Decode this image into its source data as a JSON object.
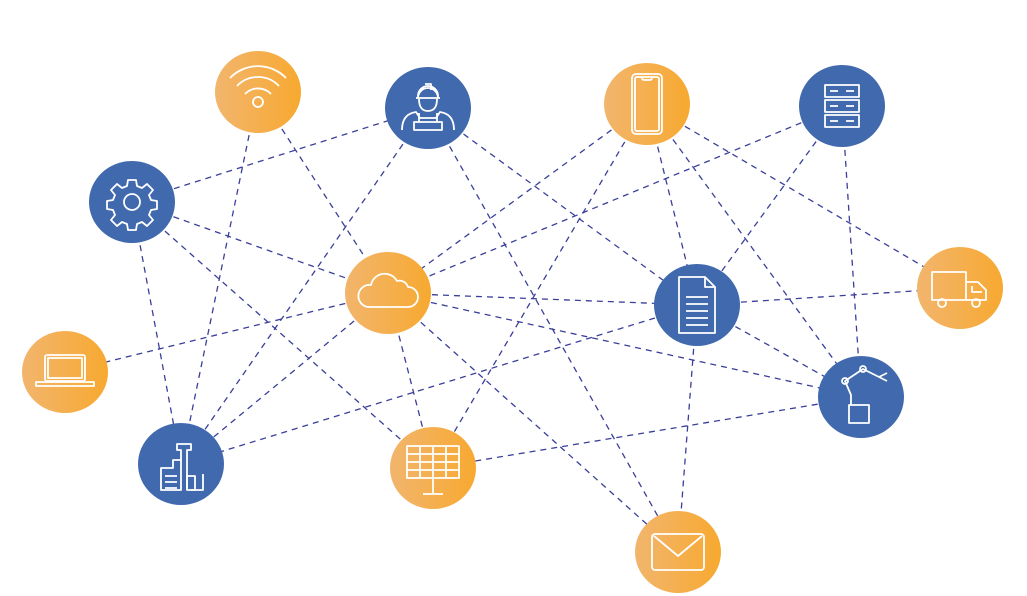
{
  "colors": {
    "blue": "#4169ae",
    "orange_start": "#f2b56d",
    "orange_end": "#f7a930",
    "edge": "#3a3f9a",
    "icon_stroke": "#ffffff"
  },
  "nodes": [
    {
      "id": "wifi",
      "icon": "wifi-icon",
      "color": "orange"
    },
    {
      "id": "worker",
      "icon": "worker-icon",
      "color": "blue"
    },
    {
      "id": "phone",
      "icon": "smartphone-icon",
      "color": "orange"
    },
    {
      "id": "server",
      "icon": "server-icon",
      "color": "blue"
    },
    {
      "id": "gear",
      "icon": "gear-icon",
      "color": "blue"
    },
    {
      "id": "cloud",
      "icon": "cloud-icon",
      "color": "orange"
    },
    {
      "id": "document",
      "icon": "document-icon",
      "color": "blue"
    },
    {
      "id": "truck",
      "icon": "truck-icon",
      "color": "orange"
    },
    {
      "id": "laptop",
      "icon": "laptop-icon",
      "color": "orange"
    },
    {
      "id": "robot",
      "icon": "robot-arm-icon",
      "color": "blue"
    },
    {
      "id": "factory",
      "icon": "factory-icon",
      "color": "blue"
    },
    {
      "id": "solar",
      "icon": "solar-panel-icon",
      "color": "orange"
    },
    {
      "id": "mail",
      "icon": "mail-icon",
      "color": "orange"
    }
  ],
  "edges": [
    [
      "gear",
      "worker"
    ],
    [
      "wifi",
      "cloud"
    ],
    [
      "wifi",
      "factory"
    ],
    [
      "worker",
      "factory"
    ],
    [
      "worker",
      "mail"
    ],
    [
      "worker",
      "document"
    ],
    [
      "gear",
      "cloud"
    ],
    [
      "gear",
      "solar"
    ],
    [
      "gear",
      "factory"
    ],
    [
      "phone",
      "cloud"
    ],
    [
      "phone",
      "solar"
    ],
    [
      "phone",
      "document"
    ],
    [
      "phone",
      "robot"
    ],
    [
      "phone",
      "truck"
    ],
    [
      "server",
      "cloud"
    ],
    [
      "server",
      "document"
    ],
    [
      "server",
      "robot"
    ],
    [
      "cloud",
      "document"
    ],
    [
      "cloud",
      "laptop"
    ],
    [
      "cloud",
      "factory"
    ],
    [
      "cloud",
      "solar"
    ],
    [
      "cloud",
      "robot"
    ],
    [
      "cloud",
      "mail"
    ],
    [
      "document",
      "truck"
    ],
    [
      "document",
      "factory"
    ],
    [
      "document",
      "robot"
    ],
    [
      "document",
      "mail"
    ],
    [
      "robot",
      "solar"
    ]
  ]
}
